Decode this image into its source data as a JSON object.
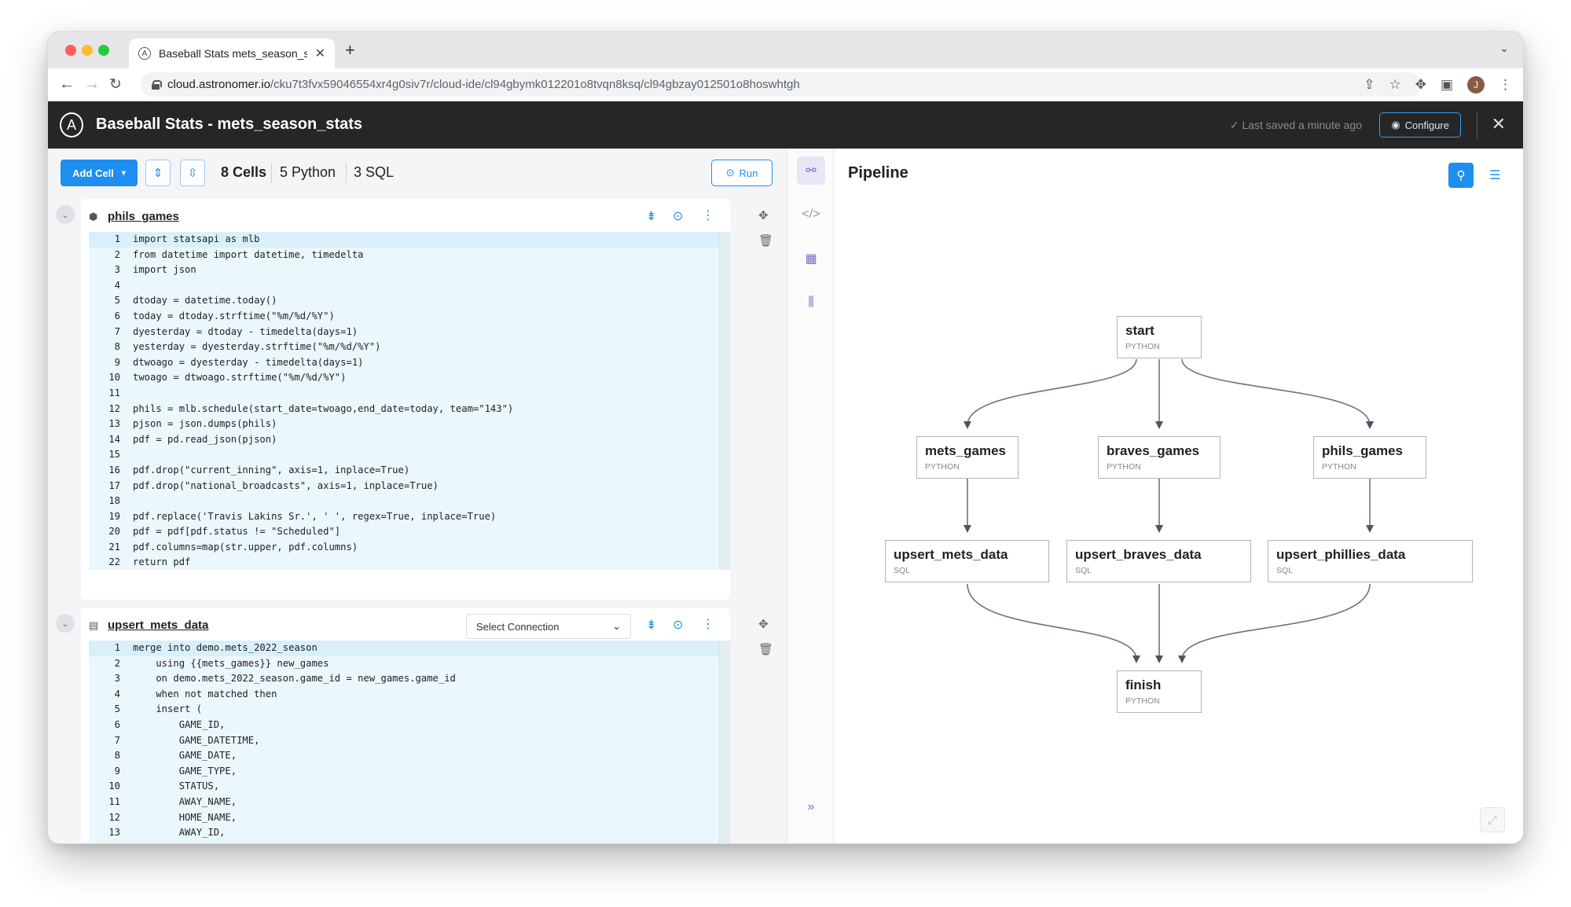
{
  "browser": {
    "tab_title": "Baseball Stats mets_season_s",
    "url_host": "cloud.astronomer.io",
    "url_path": "/cku7t3fvx59046554xr4g0siv7r/cloud-ide/cl94gbymk012201o8tvqn8ksq/cl94gbzay012501o8hoswhtgh",
    "profile_initial": "J"
  },
  "app": {
    "title": "Baseball Stats - mets_season_stats",
    "saved_status": "Last saved a minute ago",
    "configure_label": "Configure"
  },
  "toolbar": {
    "add_cell_label": "Add Cell",
    "cells_count": "8 Cells",
    "python_count": "5 Python",
    "sql_count": "3 SQL",
    "run_label": "Run"
  },
  "cells": [
    {
      "name": "phils_games",
      "type": "python",
      "lines": [
        "import statsapi as mlb",
        "from datetime import datetime, timedelta",
        "import json",
        "",
        "dtoday = datetime.today()",
        "today = dtoday.strftime(\"%m/%d/%Y\")",
        "dyesterday = dtoday - timedelta(days=1)",
        "yesterday = dyesterday.strftime(\"%m/%d/%Y\")",
        "dtwoago = dyesterday - timedelta(days=1)",
        "twoago = dtwoago.strftime(\"%m/%d/%Y\")",
        "",
        "phils = mlb.schedule(start_date=twoago,end_date=today, team=\"143\")",
        "pjson = json.dumps(phils)",
        "pdf = pd.read_json(pjson)",
        "",
        "pdf.drop(\"current_inning\", axis=1, inplace=True)",
        "pdf.drop(\"national_broadcasts\", axis=1, inplace=True)",
        "",
        "pdf.replace('Travis Lakins Sr.', ' ', regex=True, inplace=True)",
        "pdf = pdf[pdf.status != \"Scheduled\"]",
        "pdf.columns=map(str.upper, pdf.columns)",
        "return pdf"
      ]
    },
    {
      "name": "upsert_mets_data",
      "type": "sql",
      "connection_label": "Select Connection",
      "lines": [
        "merge into demo.mets_2022_season",
        "    using {{mets_games}} new_games",
        "    on demo.mets_2022_season.game_id = new_games.game_id",
        "    when not matched then",
        "    insert (",
        "        GAME_ID,",
        "        GAME_DATETIME,",
        "        GAME_DATE,",
        "        GAME_TYPE,",
        "        STATUS,",
        "        AWAY_NAME,",
        "        HOME_NAME,",
        "        AWAY_ID,"
      ]
    }
  ],
  "pipeline": {
    "title": "Pipeline",
    "nodes": [
      {
        "id": "start",
        "name": "start",
        "type": "PYTHON"
      },
      {
        "id": "mets_games",
        "name": "mets_games",
        "type": "PYTHON"
      },
      {
        "id": "braves_games",
        "name": "braves_games",
        "type": "PYTHON"
      },
      {
        "id": "phils_games",
        "name": "phils_games",
        "type": "PYTHON"
      },
      {
        "id": "upsert_mets_data",
        "name": "upsert_mets_data",
        "type": "SQL"
      },
      {
        "id": "upsert_braves_data",
        "name": "upsert_braves_data",
        "type": "SQL"
      },
      {
        "id": "upsert_phillies_data",
        "name": "upsert_phillies_data",
        "type": "SQL"
      },
      {
        "id": "finish",
        "name": "finish",
        "type": "PYTHON"
      }
    ]
  },
  "colors": {
    "accent": "#1f8ef1",
    "header_bg": "#262626",
    "code_bg": "#eaf7fc",
    "keyword": "#d1453b",
    "string": "#2f6fd6"
  }
}
